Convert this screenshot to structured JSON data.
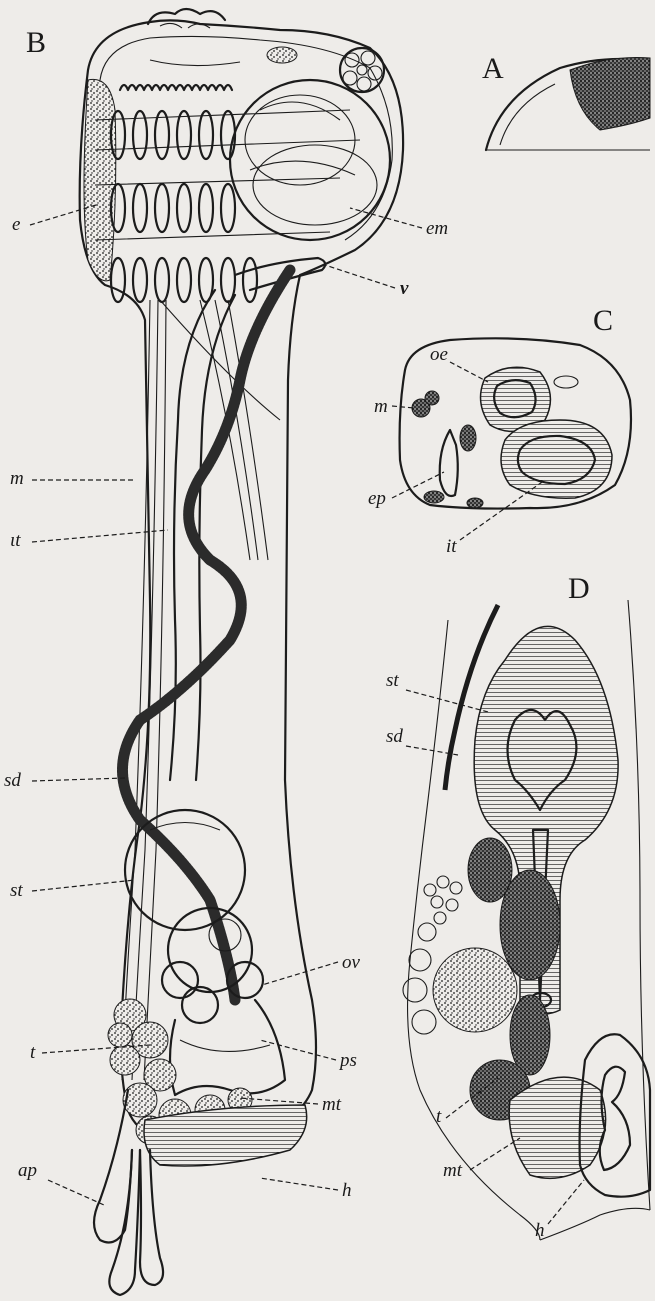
{
  "panels": {
    "a": "A",
    "b": "B",
    "c": "C",
    "d": "D"
  },
  "labels_b": {
    "e": "e",
    "em": "em",
    "v": "v",
    "m": "m",
    "it": "ιt",
    "sd": "sd",
    "st": "st",
    "ov": "ov",
    "t": "t",
    "ps": "ps",
    "mt": "mt",
    "ap": "ap",
    "h": "h"
  },
  "labels_c": {
    "oe": "oe",
    "m": "m",
    "ep": "ep",
    "it": "it"
  },
  "labels_d": {
    "st": "st",
    "sd": "sd",
    "t": "t",
    "mt": "mt",
    "h": "h"
  },
  "colors": {
    "paper": "#eeece9",
    "ink": "#1c1c1c"
  }
}
